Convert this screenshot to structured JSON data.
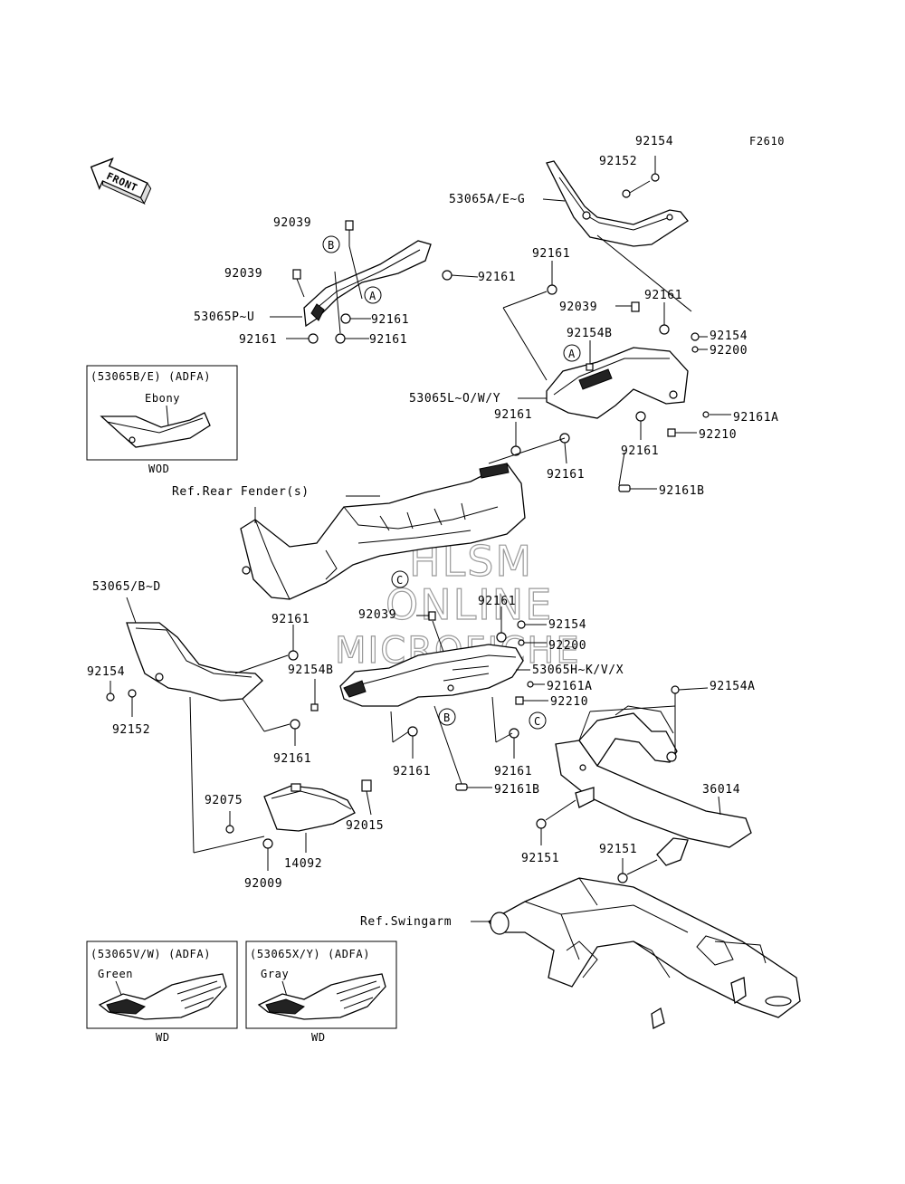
{
  "figure_code": "F2610",
  "front_label": "FRONT",
  "watermark": [
    "HLSM",
    "ONLINE",
    "MICROFICHE"
  ],
  "references": {
    "rear_fender": "Ref.Rear Fender(s)",
    "swingarm": "Ref.Swingarm"
  },
  "callouts": {
    "a": "A",
    "b": "B",
    "c": "C"
  },
  "part_numbers": {
    "p92154_top": "92154",
    "p92152_top": "92152",
    "p53065AEG": "53065A/E~G",
    "p92039_a": "92039",
    "p92039_b": "92039",
    "p92161_a": "92161",
    "p53065PU": "53065P~U",
    "p92161_b": "92161",
    "p92161_c": "92161",
    "p92161_d": "92161",
    "p92161_e": "92161",
    "p92039_c": "92039",
    "p92161_f": "92161",
    "p92154B_a": "92154B",
    "p92154_r": "92154",
    "p92200_r": "92200",
    "p53065LOWY": "53065L~O/W/Y",
    "p92161A_r": "92161A",
    "p92161_g": "92161",
    "p92161_h": "92161",
    "p92210_r": "92210",
    "p92161_i": "92161",
    "p92161B_r": "92161B",
    "p53065BD": "53065/B~D",
    "p92161_j": "92161",
    "p92039_d": "92039",
    "p92161_k": "92161",
    "p92154_m": "92154",
    "p92200_m": "92200",
    "p92154_l": "92154",
    "p92154B_b": "92154B",
    "p53065HKVX": "53065H~K/V/X",
    "p92161A_m": "92161A",
    "p92154A": "92154A",
    "p92152_l": "92152",
    "p92210_m": "92210",
    "p92161_l": "92161",
    "p92161_m": "92161",
    "p92161_n": "92161",
    "p92161B_m": "92161B",
    "p36014": "36014",
    "p92075": "92075",
    "p92015": "92015",
    "p14092": "14092",
    "p92009": "92009",
    "p92151_a": "92151",
    "p92151_b": "92151"
  },
  "variant_boxes": {
    "ebony": {
      "header": "(53065B/E) (ADFA)",
      "color": "Ebony",
      "code": "WOD"
    },
    "green": {
      "header": "(53065V/W) (ADFA)",
      "color": "Green",
      "code": "WD"
    },
    "gray": {
      "header": "(53065X/Y) (ADFA)",
      "color": "Gray",
      "code": "WD"
    }
  }
}
